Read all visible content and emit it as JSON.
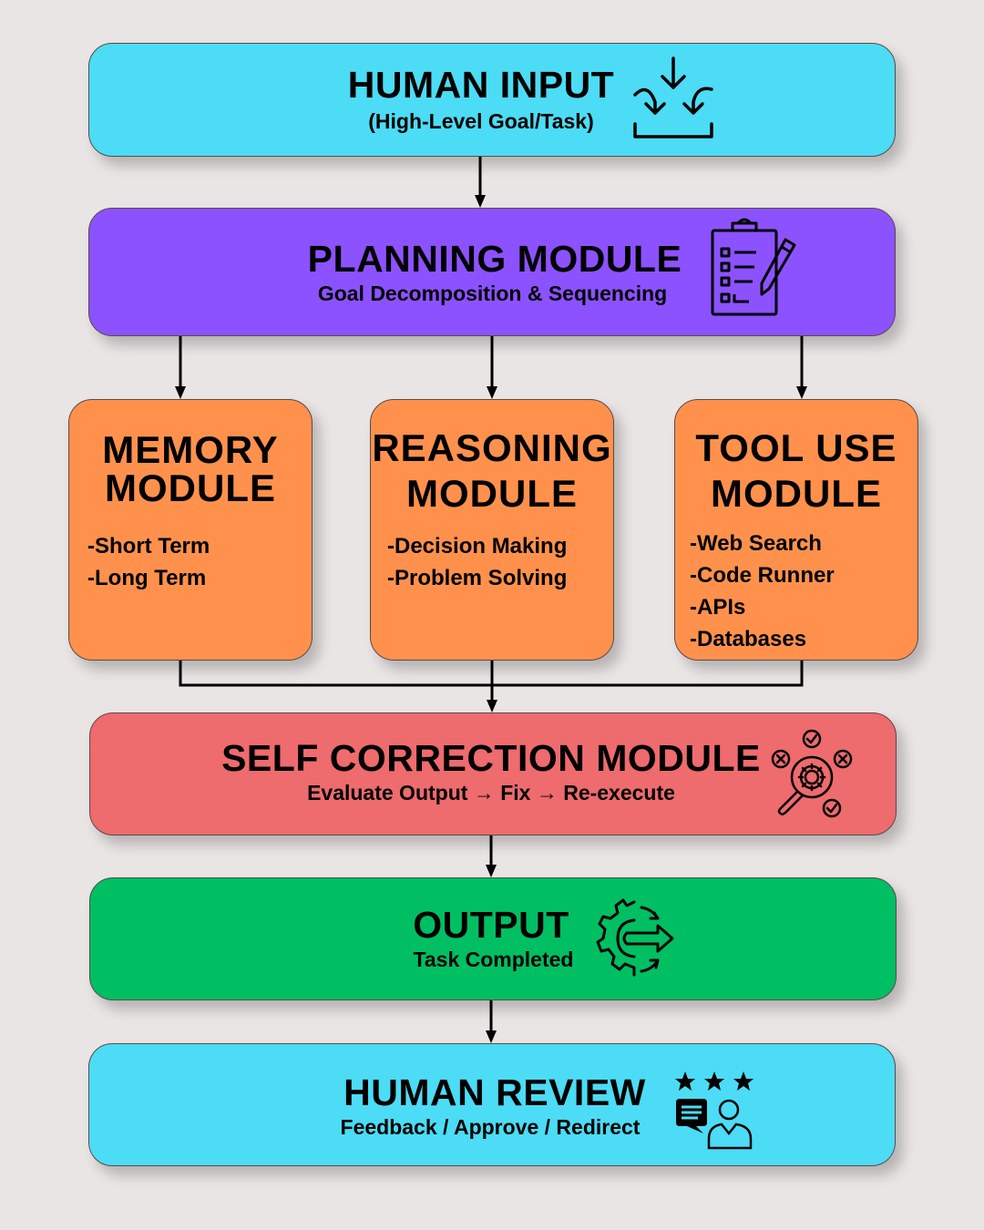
{
  "human_input": {
    "title": "HUMAN INPUT",
    "subtitle": "(High-Level Goal/Task)",
    "icon": "download-arrows-icon"
  },
  "planning": {
    "title": "PLANNING MODULE",
    "subtitle": "Goal Decomposition & Sequencing",
    "icon": "clipboard-checklist-icon"
  },
  "memory": {
    "title_line1": "MEMORY",
    "title_line2": "MODULE",
    "items": [
      "-Short Term",
      "-Long Term"
    ]
  },
  "reasoning": {
    "title_line1": "REASONING",
    "title_line2": "MODULE",
    "items": [
      "-Decision Making",
      "-Problem Solving"
    ]
  },
  "tool_use": {
    "title_line1": "TOOL USE",
    "title_line2": "MODULE",
    "items": [
      "-Web Search",
      "-Code Runner",
      "-APIs",
      "-Databases"
    ]
  },
  "self_correction": {
    "title": "SELF CORRECTION MODULE",
    "subtitle": "Evaluate Output → Fix → Re-execute",
    "icon": "gear-magnifier-check-icon"
  },
  "output": {
    "title": "OUTPUT",
    "subtitle": "Task Completed",
    "icon": "gear-arrow-icon"
  },
  "human_review": {
    "title": "HUMAN REVIEW",
    "subtitle": "Feedback / Approve / Redirect",
    "icon": "user-review-stars-icon"
  },
  "colors": {
    "background": "#eae5e5",
    "cyan": "#4cdcf5",
    "purple": "#8c52ff",
    "orange": "#ff914d",
    "red": "#ee6b6e",
    "green": "#00bf63"
  }
}
